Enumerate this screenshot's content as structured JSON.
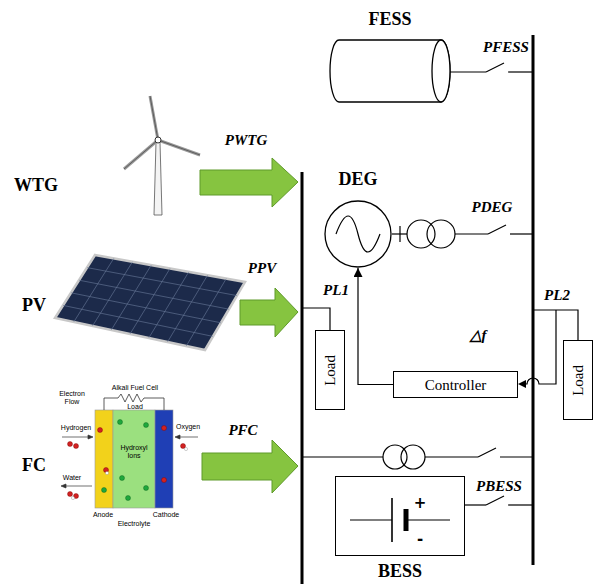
{
  "diagram": {
    "nodes": [
      {
        "text": [
          "FESS"
        ]
      },
      {
        "text": [
          "DEG"
        ]
      },
      {
        "text": [
          "Controller"
        ]
      },
      {
        "text": [
          "Load"
        ]
      },
      {
        "text": [
          "Load"
        ]
      },
      {
        "text": [
          "BESS"
        ]
      }
    ],
    "edges": [
      {
        "from": 2,
        "to": 1,
        "arrow": "to"
      }
    ],
    "labels": [
      "WTG",
      "PWTG",
      "PFESS",
      "PDEG",
      "PL1",
      "PL2",
      "△f",
      "PV",
      "PPV",
      "Alkali Fuel Cell",
      "Electron Flow",
      "Load",
      "Hydrogen",
      "Hydroxyl Ions",
      "Oxygen",
      "Water",
      "Anode",
      "Electrolyte",
      "Cathode",
      "FC",
      "PFC",
      "+",
      "-",
      "PBESS"
    ]
  }
}
